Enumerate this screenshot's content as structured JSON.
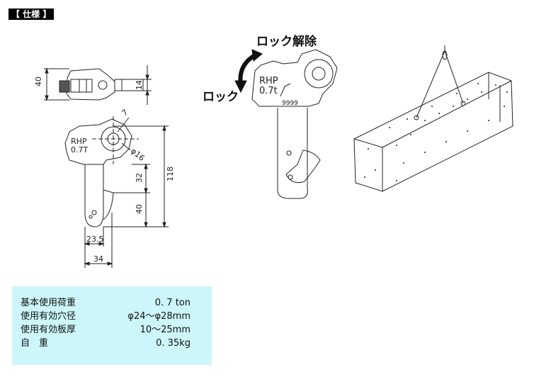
{
  "section_label": "【 仕様 】",
  "drawing": {
    "dim_40_top": "40",
    "dim_14": "14",
    "dim_7": "7",
    "dim_r16": "φ16",
    "dim_118": "118",
    "dim_32": "32",
    "dim_40_side": "40",
    "dim_23_5": "23.5",
    "dim_34": "34",
    "body_mark_1": "RHP",
    "body_mark_2": "0.7T"
  },
  "photo": {
    "lock_release_label": "ロック解除",
    "lock_label": "ロック",
    "clamp_mark_1": "RHP",
    "clamp_mark_2": "0.7t",
    "serial": "9999"
  },
  "specs": [
    {
      "label": "基本使用荷重",
      "value": "0. 7 ton"
    },
    {
      "label": "使用有効穴径",
      "value": "φ24～φ28mm"
    },
    {
      "label": "使用有効板厚",
      "value": "10～25mm"
    },
    {
      "label": "自　重",
      "value": "0. 35kg"
    }
  ]
}
